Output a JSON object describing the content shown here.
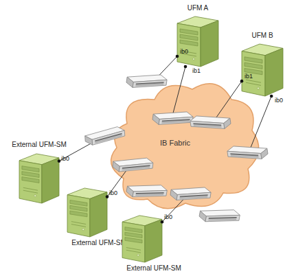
{
  "diagram": {
    "nodes": [
      {
        "text": [
          "UFM A"
        ]
      },
      {
        "text": [
          "UFM B"
        ]
      },
      {
        "text": [
          "IB Fabric"
        ]
      },
      {
        "text": [
          "External UFM-SM"
        ]
      },
      {
        "text": [
          "External UFM-SM"
        ]
      },
      {
        "text": [
          "External UFM-SM"
        ]
      }
    ],
    "edges": [
      {
        "from": 0,
        "to": 2,
        "arrow": "none"
      },
      {
        "from": 0,
        "to": 2,
        "arrow": "none"
      },
      {
        "from": 1,
        "to": 2,
        "arrow": "none"
      },
      {
        "from": 1,
        "to": 2,
        "arrow": "none"
      },
      {
        "from": 3,
        "to": 2,
        "arrow": "none"
      },
      {
        "from": 4,
        "to": 2,
        "arrow": "none"
      },
      {
        "from": 5,
        "to": 2,
        "arrow": "none"
      }
    ],
    "labels": [
      "ib0",
      "ib1",
      "ib1",
      "ib0",
      "ib0",
      "ib0",
      "ib0"
    ]
  }
}
